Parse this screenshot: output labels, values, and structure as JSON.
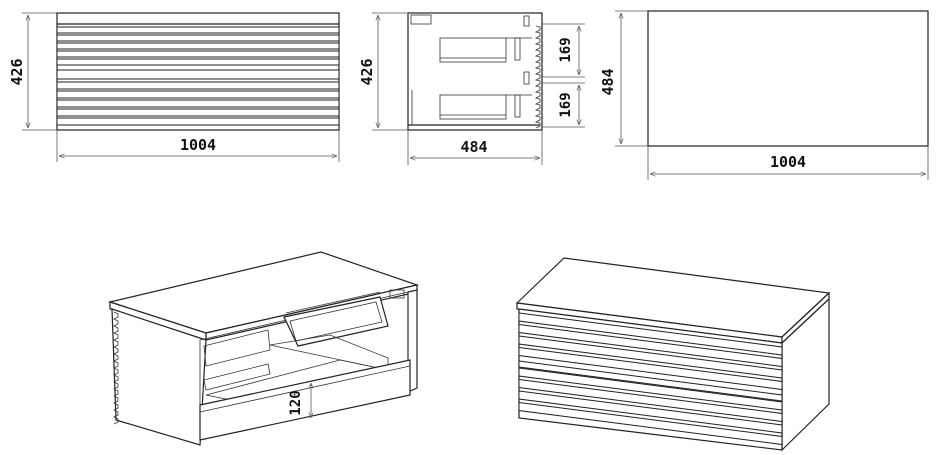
{
  "front_view": {
    "height_label": "426",
    "width_label": "1004",
    "drawer_count": 2,
    "stripes_per_drawer": 5
  },
  "side_view": {
    "height_label": "426",
    "width_label": "484",
    "upper_drawer_label": "169",
    "lower_drawer_label": "169"
  },
  "top_view": {
    "depth_label": "484",
    "width_label": "1004"
  },
  "iso_open": {
    "drawer_height_label": "120"
  },
  "iso_closed": {
    "stripe_count": 8
  }
}
